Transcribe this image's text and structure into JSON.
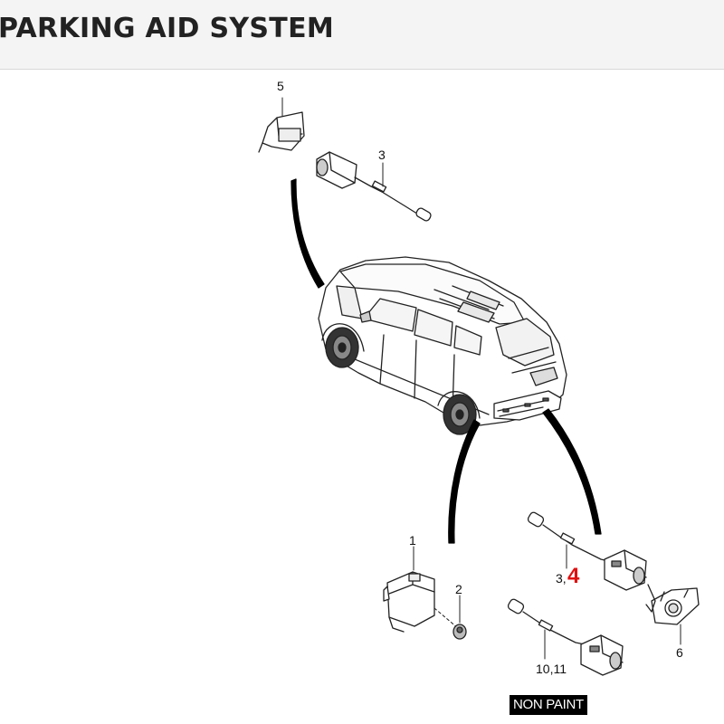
{
  "header": {
    "title": "PARKING AID SYSTEM"
  },
  "callouts": {
    "c5": "5",
    "c3_top": "3",
    "c1": "1",
    "c2": "2",
    "c3_rear": "3,",
    "c4": "4",
    "c6": "6",
    "c10_11": "10,11"
  },
  "badge": {
    "label": "NON PAINT"
  }
}
